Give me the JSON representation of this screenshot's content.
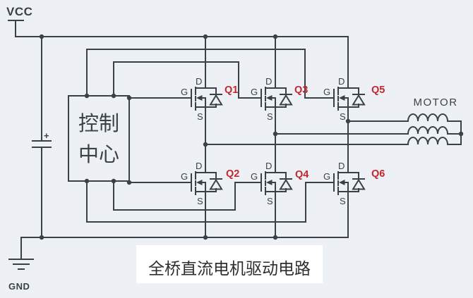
{
  "colors": {
    "background": "#edf1f5",
    "wire": "#3a4247",
    "text": "#3a4247",
    "q-label": "#c2272d",
    "caption-bg": "#ffffff",
    "caption-text": "#2e2e2e"
  },
  "power": {
    "vcc": "VCC",
    "gnd": "GND",
    "capacitor_plus": "+"
  },
  "controller": {
    "line1": "控制",
    "line2": "中心"
  },
  "motor": {
    "label": "MOTOR"
  },
  "transistors": [
    {
      "id": "Q1",
      "pins": {
        "d": "D",
        "g": "G",
        "s": "S"
      }
    },
    {
      "id": "Q2",
      "pins": {
        "d": "D",
        "g": "G",
        "s": "S"
      }
    },
    {
      "id": "Q3",
      "pins": {
        "d": "D",
        "g": "G",
        "s": "S"
      }
    },
    {
      "id": "Q4",
      "pins": {
        "d": "D",
        "g": "G",
        "s": "S"
      }
    },
    {
      "id": "Q5",
      "pins": {
        "d": "D",
        "g": "G",
        "s": "S"
      }
    },
    {
      "id": "Q6",
      "pins": {
        "d": "D",
        "g": "G",
        "s": "S"
      }
    }
  ],
  "caption": "全桥直流电机驱动电路"
}
